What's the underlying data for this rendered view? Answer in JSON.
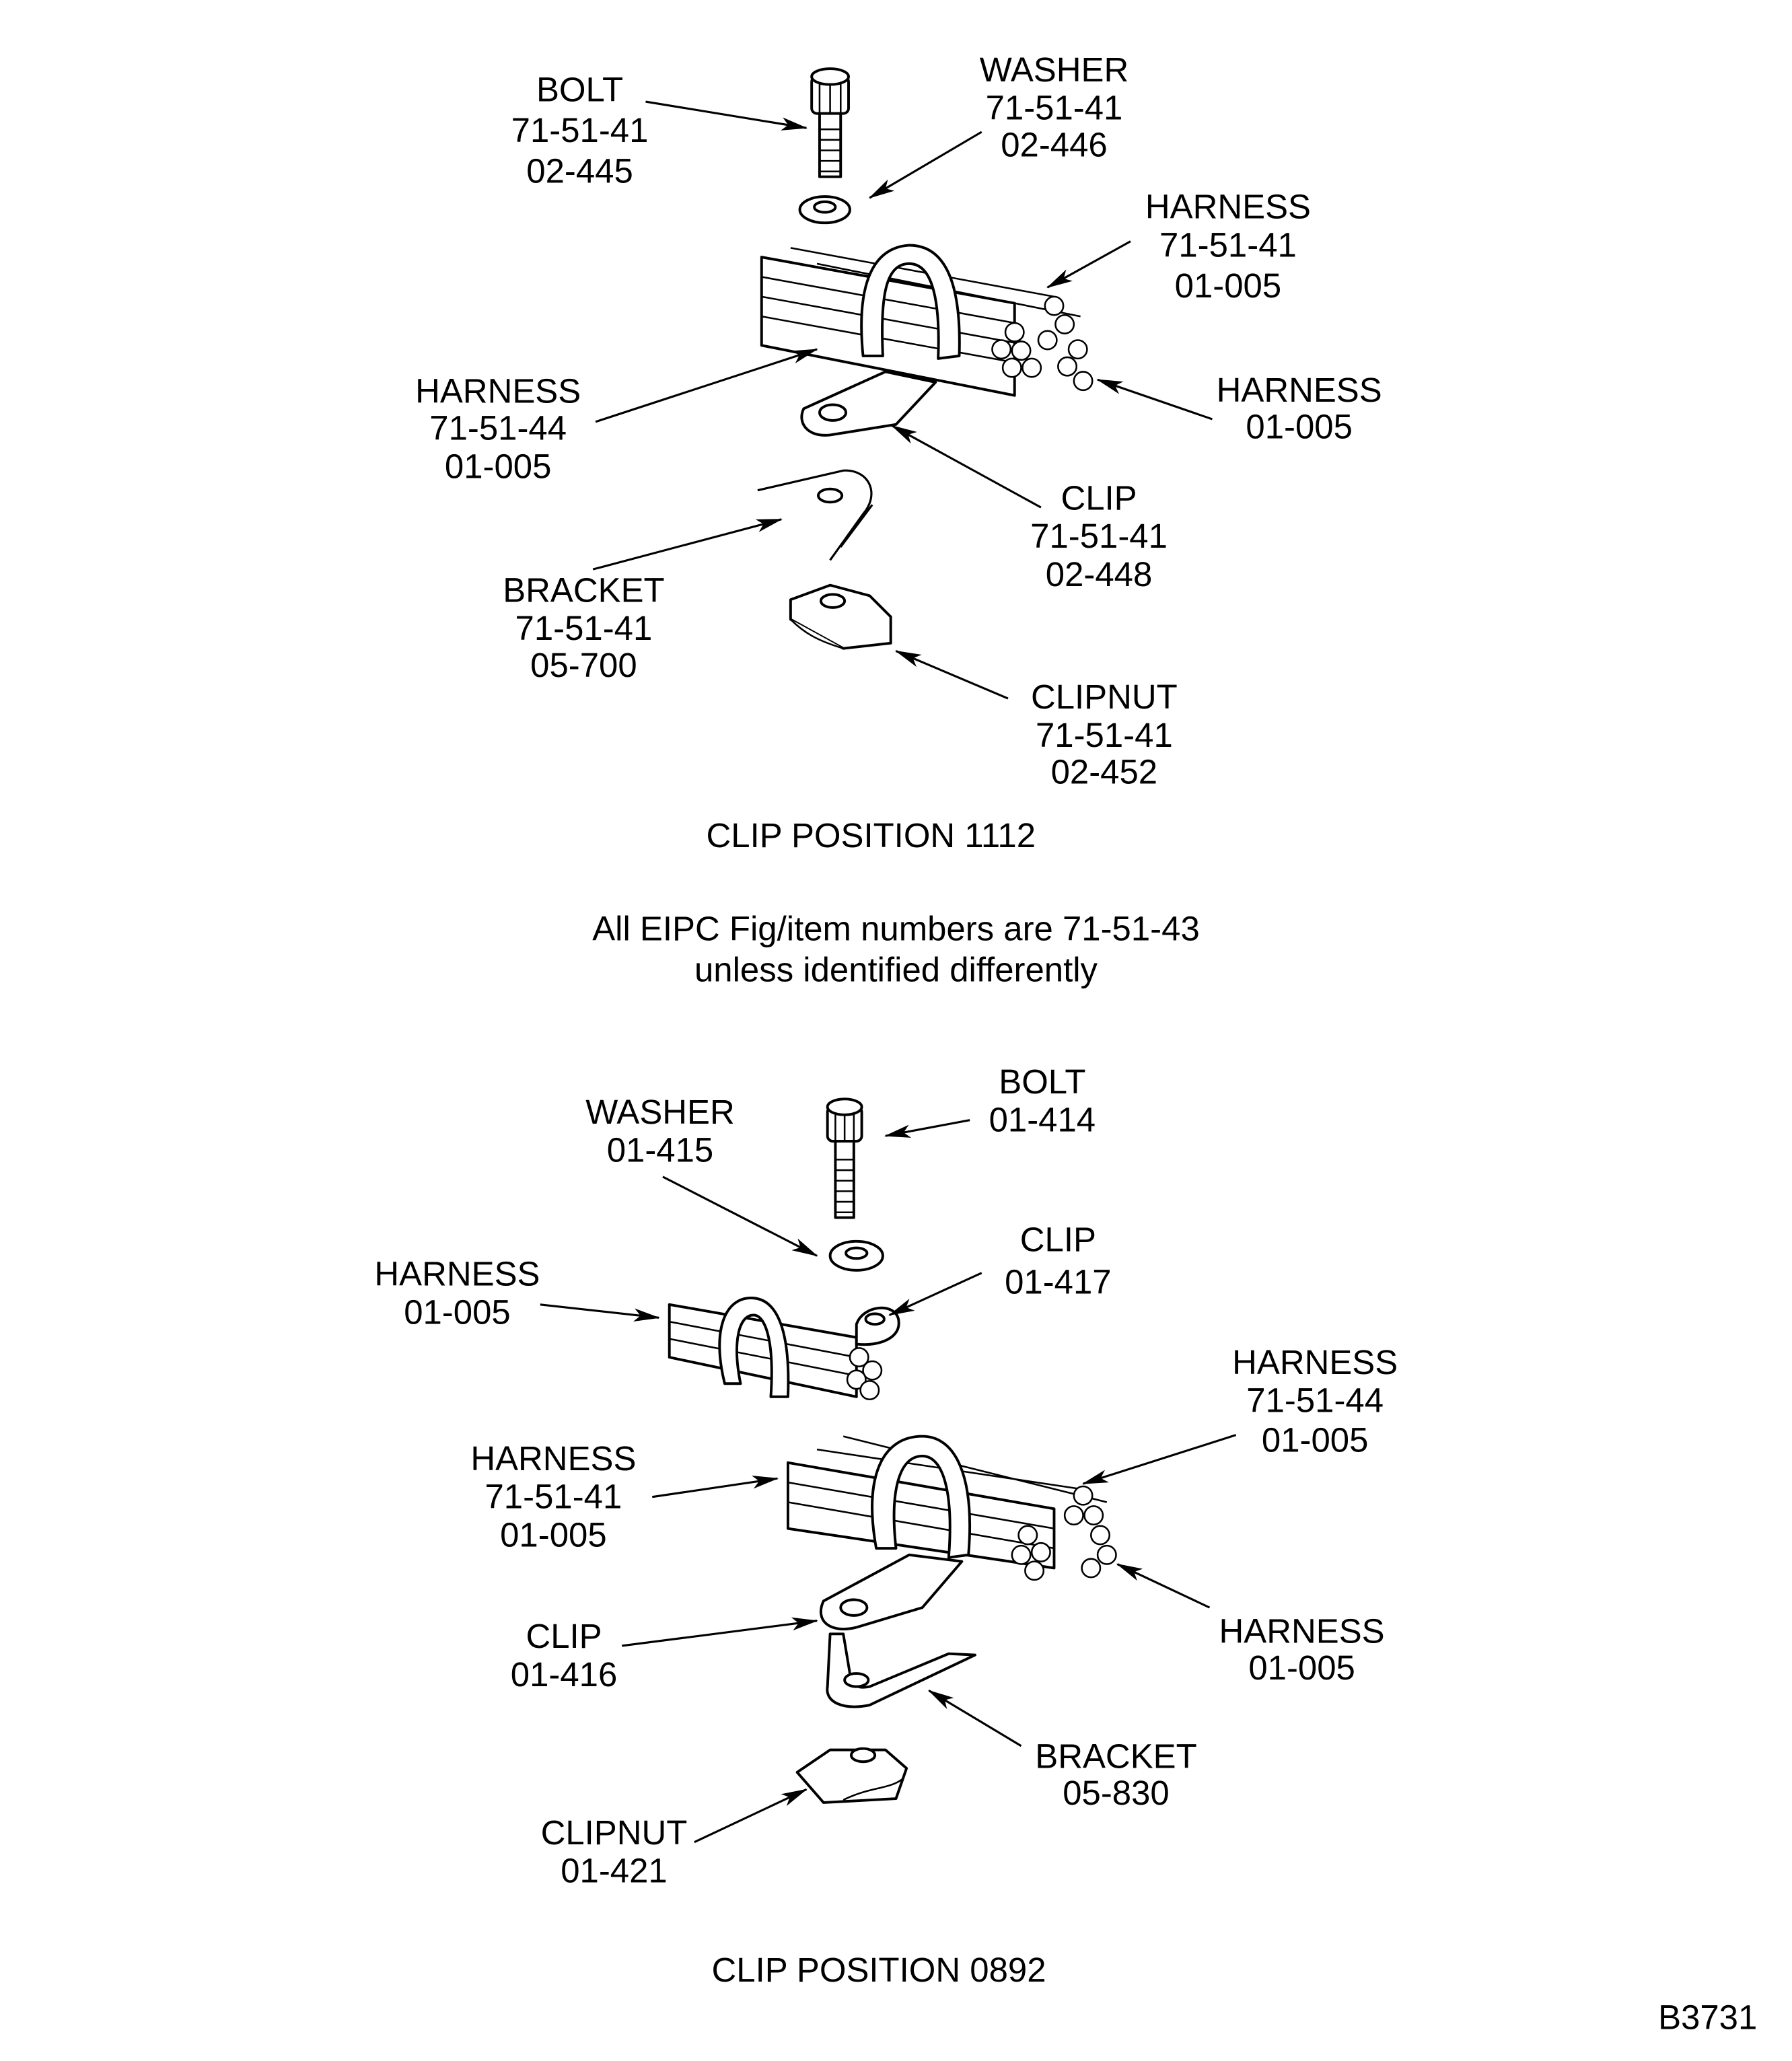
{
  "top": {
    "bolt": [
      "BOLT",
      "71-51-41",
      "02-445"
    ],
    "washer": [
      "WASHER",
      "71-51-41",
      "02-446"
    ],
    "harness_upper_right": [
      "HARNESS",
      "71-51-41",
      "01-005"
    ],
    "harness_left": [
      "HARNESS",
      "71-51-44",
      "01-005"
    ],
    "harness_lower_right": [
      "HARNESS",
      "01-005"
    ],
    "clip": [
      "CLIP",
      "71-51-41",
      "02-448"
    ],
    "bracket": [
      "BRACKET",
      "71-51-41",
      "05-700"
    ],
    "clipnut": [
      "CLIPNUT",
      "71-51-41",
      "02-452"
    ],
    "caption": "CLIP POSITION 1112"
  },
  "note": [
    "All EIPC Fig/item numbers are 71-51-43",
    "unless identified differently"
  ],
  "bottom": {
    "washer": [
      "WASHER",
      "01-415"
    ],
    "bolt": [
      "BOLT",
      "01-414"
    ],
    "clip_upper": [
      "CLIP",
      "01-417"
    ],
    "harness_small": [
      "HARNESS",
      "01-005"
    ],
    "harness_upper_right": [
      "HARNESS",
      "71-51-44",
      "01-005"
    ],
    "harness_left": [
      "HARNESS",
      "71-51-41",
      "01-005"
    ],
    "clip_lower": [
      "CLIP",
      "01-416"
    ],
    "harness_lower_right": [
      "HARNESS",
      "01-005"
    ],
    "bracket": [
      "BRACKET",
      "05-830"
    ],
    "clipnut": [
      "CLIPNUT",
      "01-421"
    ],
    "caption": "CLIP POSITION 0892"
  },
  "figure_id": "B3731"
}
